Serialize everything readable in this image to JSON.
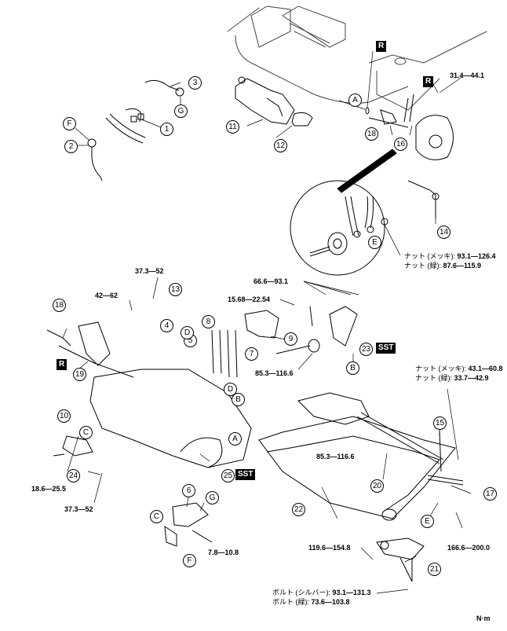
{
  "diagram": {
    "unit_label": "N·m",
    "part_numbers": [
      {
        "id": "p1",
        "num": "1"
      },
      {
        "id": "p2",
        "num": "2"
      },
      {
        "id": "p3",
        "num": "3"
      },
      {
        "id": "p4",
        "num": "4"
      },
      {
        "id": "p5",
        "num": "5"
      },
      {
        "id": "p6",
        "num": "6"
      },
      {
        "id": "p7",
        "num": "7"
      },
      {
        "id": "p8",
        "num": "8"
      },
      {
        "id": "p9",
        "num": "9"
      },
      {
        "id": "p10",
        "num": "10"
      },
      {
        "id": "p11",
        "num": "11"
      },
      {
        "id": "p12",
        "num": "12"
      },
      {
        "id": "p13",
        "num": "13"
      },
      {
        "id": "p14",
        "num": "14"
      },
      {
        "id": "p15",
        "num": "15"
      },
      {
        "id": "p16",
        "num": "16"
      },
      {
        "id": "p17",
        "num": "17"
      },
      {
        "id": "p18a",
        "num": "18"
      },
      {
        "id": "p18b",
        "num": "18"
      },
      {
        "id": "p19",
        "num": "19"
      },
      {
        "id": "p20",
        "num": "20"
      },
      {
        "id": "p21",
        "num": "21"
      },
      {
        "id": "p22",
        "num": "22"
      },
      {
        "id": "p23",
        "num": "23"
      },
      {
        "id": "p24",
        "num": "24"
      },
      {
        "id": "p25",
        "num": "25"
      }
    ],
    "reference_letters": {
      "A1": "A",
      "A2": "A",
      "B1": "B",
      "B2": "B",
      "C1": "C",
      "C2": "C",
      "D1": "D",
      "D2": "D",
      "E1": "E",
      "E2": "E",
      "F1": "F",
      "F2": "F",
      "G1": "G",
      "G2": "G"
    },
    "badges": {
      "replace_1": "R",
      "replace_2": "R",
      "replace_3": "R",
      "sst_1": "SST",
      "sst_2": "SST"
    },
    "torques": {
      "t_31_4": "31.4—44.1",
      "t_37_3_top": "37.3—52",
      "t_42_62": "42—62",
      "t_66_6": "66.6—93.1",
      "t_15_68": "15.68—22.54",
      "t_85_3_a": "85.3—116.6",
      "t_85_3_b": "85.3—116.6",
      "t_18_6": "18.6—25.5",
      "t_37_3_bot": "37.3—52",
      "t_7_8": "7.8—10.8",
      "t_119_6": "119.6—154.8",
      "t_166_6": "166.6—200.0"
    },
    "dual_torques": {
      "link_nut": {
        "line1_label": "ナット (メッキ):",
        "line1_value": "93.1—126.4",
        "line2_label": "ナット (緑):",
        "line2_value": "87.6—115.9"
      },
      "stab_nut": {
        "line1_label": "ナット (メッキ):",
        "line1_value": "43.1—60.8",
        "line2_label": "ナット (緑):",
        "line2_value": "33.7—42.9"
      },
      "mount_bolt": {
        "line1_label": "ボルト (シルバー):",
        "line1_value": "93.1—131.3",
        "line2_label": "ボルト (緑):",
        "line2_value": "73.6—103.8"
      }
    }
  }
}
